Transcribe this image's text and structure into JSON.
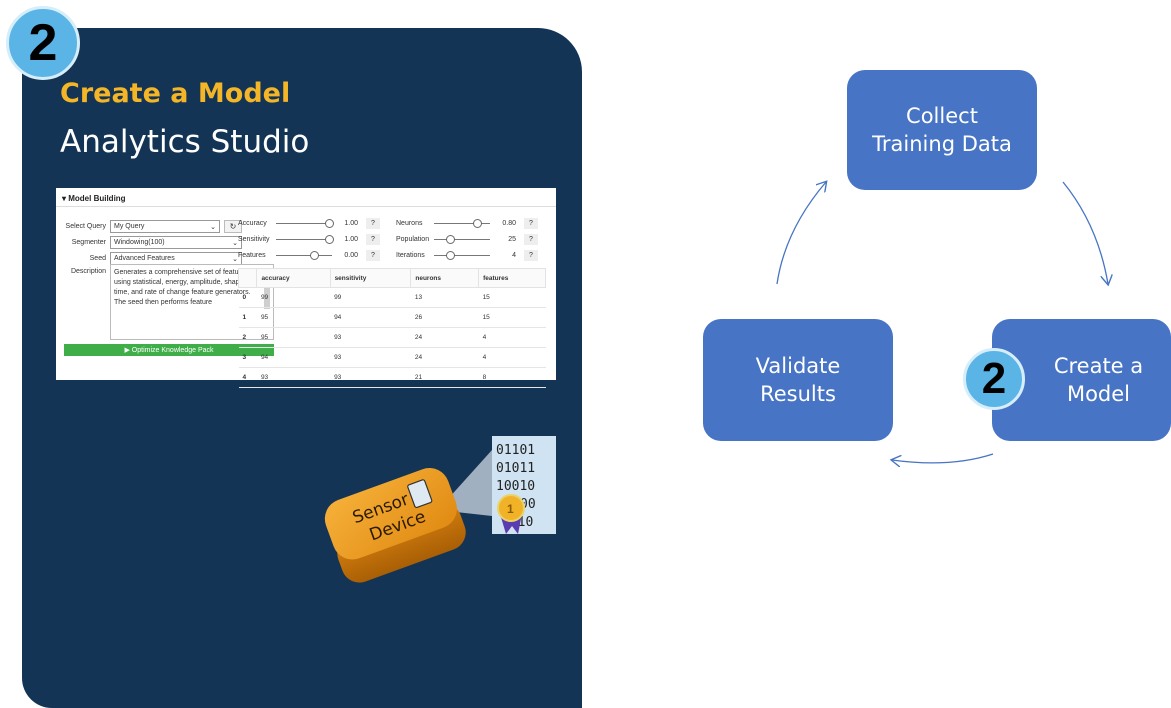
{
  "panel": {
    "step_number": "2",
    "title": "Create a Model",
    "subtitle": "Analytics Studio"
  },
  "screenshot": {
    "header": "▾ Model Building",
    "select_query": {
      "label": "Select Query",
      "value": "My Query"
    },
    "segmenter": {
      "label": "Segmenter",
      "value": "Windowing(100)"
    },
    "seed": {
      "label": "Seed",
      "value": "Advanced Features"
    },
    "description": {
      "label": "Description",
      "text": "Generates a comprehensive set of features using statistical, energy, amplitude, shape, time, and rate of change feature generators. The seed then performs feature"
    },
    "optimize_button": "▶ Optimize Knowledge Pack",
    "sliders": [
      {
        "label": "Accuracy",
        "value": "1.00",
        "level": 1.0,
        "help": "?"
      },
      {
        "label": "Sensitivity",
        "value": "1.00",
        "level": 1.0,
        "help": "?"
      },
      {
        "label": "Features",
        "value": "0.00",
        "level": 0.7,
        "help": "?"
      },
      {
        "label": "Neurons",
        "value": "0.80",
        "level": 0.8,
        "help": "?"
      },
      {
        "label": "Population",
        "value": "25",
        "level": 0.25,
        "help": "?"
      },
      {
        "label": "Iterations",
        "value": "4",
        "level": 0.25,
        "help": "?"
      }
    ],
    "table": {
      "columns": [
        "",
        "accuracy",
        "sensitivity",
        "neurons",
        "features"
      ],
      "rows": [
        [
          "0",
          "99",
          "99",
          "13",
          "15"
        ],
        [
          "1",
          "95",
          "94",
          "26",
          "15"
        ],
        [
          "2",
          "95",
          "93",
          "24",
          "4"
        ],
        [
          "3",
          "94",
          "93",
          "24",
          "4"
        ],
        [
          "4",
          "93",
          "93",
          "21",
          "8"
        ]
      ]
    }
  },
  "device": {
    "label_line1": "Sensor",
    "label_line2": "Device",
    "binary": [
      "01101",
      "01011",
      "10010",
      "00",
      "1110"
    ],
    "medal_number": "1"
  },
  "cycle": {
    "collect": [
      "Collect",
      "Training Data"
    ],
    "create": [
      "Create a",
      "Model"
    ],
    "validate": [
      "Validate",
      "Results"
    ],
    "badge": "2",
    "node_color": "#4774c4",
    "badge_color": "#5ab4e6"
  }
}
